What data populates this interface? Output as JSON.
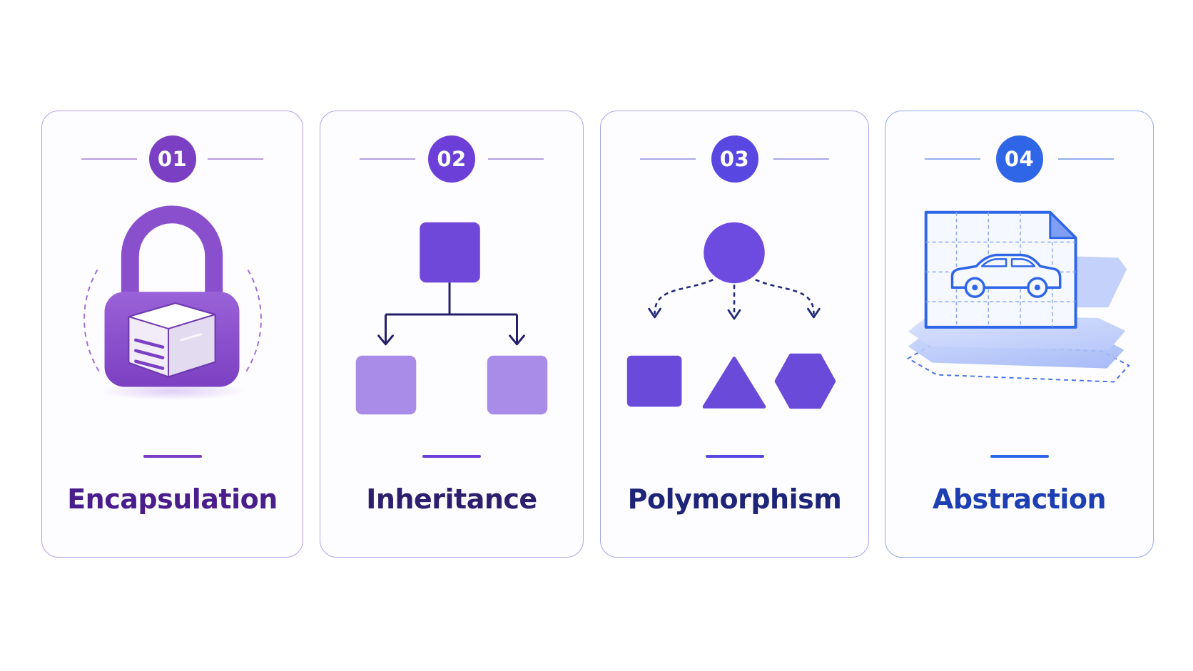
{
  "cards": [
    {
      "number": "01",
      "title": "Encapsulation",
      "icon": "padlock-with-box-icon",
      "accent": "#7b3fc4",
      "title_color": "#4a1d8c"
    },
    {
      "number": "02",
      "title": "Inheritance",
      "icon": "hierarchy-tree-icon",
      "accent": "#6c3fd8",
      "title_color": "#2e1f6e"
    },
    {
      "number": "03",
      "title": "Polymorphism",
      "icon": "shape-variants-icon",
      "accent": "#5847e0",
      "title_color": "#1e2478"
    },
    {
      "number": "04",
      "title": "Abstraction",
      "icon": "car-blueprint-layers-icon",
      "accent": "#2f66e8",
      "title_color": "#1d3fb3"
    }
  ]
}
